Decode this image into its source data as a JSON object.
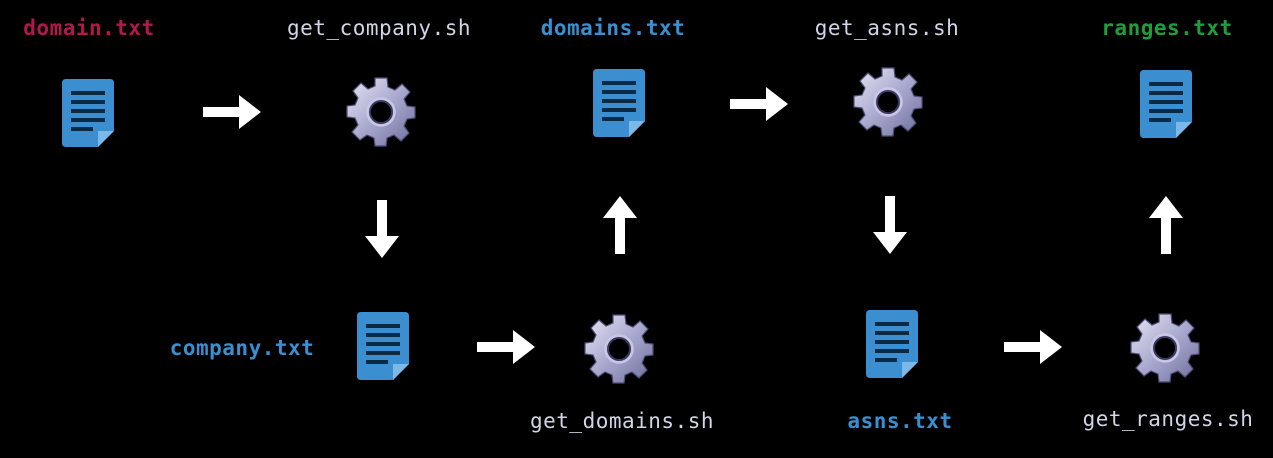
{
  "nodes": {
    "domain_txt": {
      "label": "domain.txt",
      "kind": "file",
      "color": "#b0184e"
    },
    "get_company_sh": {
      "label": "get_company.sh",
      "kind": "script"
    },
    "company_txt": {
      "label": "company.txt",
      "kind": "file",
      "color": "#3a8fd0"
    },
    "get_domains_sh": {
      "label": "get_domains.sh",
      "kind": "script"
    },
    "domains_txt": {
      "label": "domains.txt",
      "kind": "file",
      "color": "#3a8fd0"
    },
    "get_asns_sh": {
      "label": "get_asns.sh",
      "kind": "script"
    },
    "asns_txt": {
      "label": "asns.txt",
      "kind": "file",
      "color": "#3a8fd0"
    },
    "get_ranges_sh": {
      "label": "get_ranges.sh",
      "kind": "script"
    },
    "ranges_txt": {
      "label": "ranges.txt",
      "kind": "file",
      "color": "#1e9e3c"
    }
  },
  "edges": [
    {
      "from": "domain_txt",
      "to": "get_company_sh"
    },
    {
      "from": "get_company_sh",
      "to": "company_txt"
    },
    {
      "from": "company_txt",
      "to": "get_domains_sh"
    },
    {
      "from": "get_domains_sh",
      "to": "domains_txt"
    },
    {
      "from": "domains_txt",
      "to": "get_asns_sh"
    },
    {
      "from": "get_asns_sh",
      "to": "asns_txt"
    },
    {
      "from": "asns_txt",
      "to": "get_ranges_sh"
    },
    {
      "from": "get_ranges_sh",
      "to": "ranges_txt"
    }
  ],
  "icons": {
    "file": "document-icon",
    "script": "gear-icon",
    "edge": "arrow-icon"
  },
  "colors": {
    "background": "#000000",
    "document": "#3b8ed0",
    "gear": "#b6b6d8",
    "arrow": "#ffffff",
    "script_label": "#d4d4e8"
  }
}
